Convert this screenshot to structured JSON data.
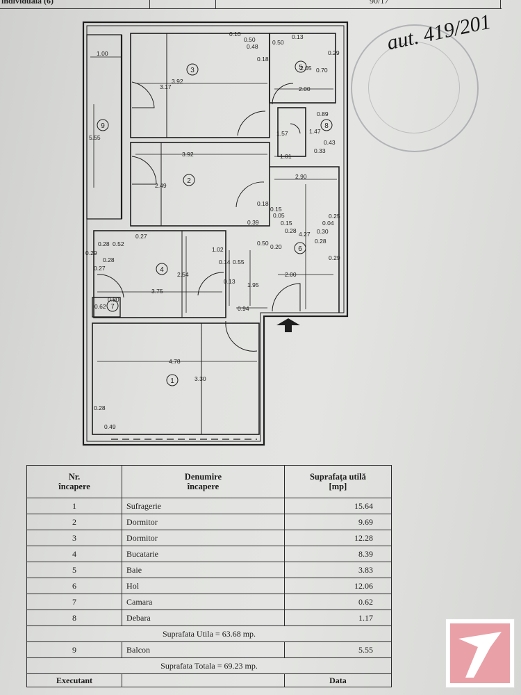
{
  "header": {
    "partial_label": "individuala (6)",
    "scrawl": "90/17"
  },
  "stamp": {
    "handwriting": "aut. 419/201"
  },
  "plan": {
    "rooms": [
      {
        "id": "1"
      },
      {
        "id": "2"
      },
      {
        "id": "3"
      },
      {
        "id": "4"
      },
      {
        "id": "5"
      },
      {
        "id": "6"
      },
      {
        "id": "7"
      },
      {
        "id": "8"
      },
      {
        "id": "9"
      }
    ],
    "dimensions": {
      "d100": "1.00",
      "d317": "3.17",
      "d392a": "3.92",
      "d555": "5.55",
      "d392b": "3.92",
      "d249": "2.49",
      "d200a": "2.00",
      "d157": "1.57",
      "d101": "1.01",
      "d290": "2.90",
      "d427": "4.27",
      "d027": "0.27",
      "d052": "0.52",
      "d028a": "0.28",
      "d029a": "0.29",
      "d027b": "0.27",
      "d028b": "0.28",
      "d254": "2.54",
      "d375": "3.75",
      "d080": "0.80",
      "d062": "0.62",
      "d102": "1.02",
      "d014": "0.14",
      "d055": "0.55",
      "d013": "0.13",
      "d195": "1.95",
      "d094": "0.94",
      "d200b": "2.00",
      "d478": "4.78",
      "d330": "3.30",
      "d028c": "0.28",
      "d049": "0.49",
      "d010": "0.10",
      "d050a": "0.50",
      "d048": "0.48",
      "d018a": "0.18",
      "d050b": "0.50",
      "d013b": "0.13",
      "d029b": "0.29",
      "d205": "2.05",
      "d070": "0.70",
      "d089": "0.89",
      "d147": "1.47",
      "d043": "0.43",
      "d033": "0.33",
      "d018b": "0.18",
      "d015a": "0.15",
      "d005": "0.05",
      "d039": "0.39",
      "d015b": "0.15",
      "d028d": "0.28",
      "d050c": "0.50",
      "d020": "0.20",
      "d025": "0.25",
      "d004": "0.04",
      "d030": "0.30",
      "d028e": "0.28",
      "d029c": "0.29"
    }
  },
  "table": {
    "headers": {
      "nr_line1": "Nr.",
      "nr_line2": "încapere",
      "name_line1": "Denumire",
      "name_line2": "încapere",
      "area_line1": "Suprafaţa utilă",
      "area_line2": "[mp]"
    },
    "rows": [
      {
        "nr": "1",
        "name": "Sufragerie",
        "area": "15.64"
      },
      {
        "nr": "2",
        "name": "Dormitor",
        "area": "9.69"
      },
      {
        "nr": "3",
        "name": "Dormitor",
        "area": "12.28"
      },
      {
        "nr": "4",
        "name": "Bucatarie",
        "area": "8.39"
      },
      {
        "nr": "5",
        "name": "Baie",
        "area": "3.83"
      },
      {
        "nr": "6",
        "name": "Hol",
        "area": "12.06"
      },
      {
        "nr": "7",
        "name": "Camara",
        "area": "0.62"
      },
      {
        "nr": "8",
        "name": "Debara",
        "area": "1.17"
      }
    ],
    "utila_total": "Suprafata Utila = 63.68 mp.",
    "balcon_row": {
      "nr": "9",
      "name": "Balcon",
      "area": "5.55"
    },
    "totala_total": "Suprafata Totala = 69.23 mp.",
    "footer": {
      "executant": "Executant",
      "data": "Data"
    }
  },
  "colors": {
    "ink": "#1c1c1c",
    "logo_pink": "#e9a0a6"
  }
}
